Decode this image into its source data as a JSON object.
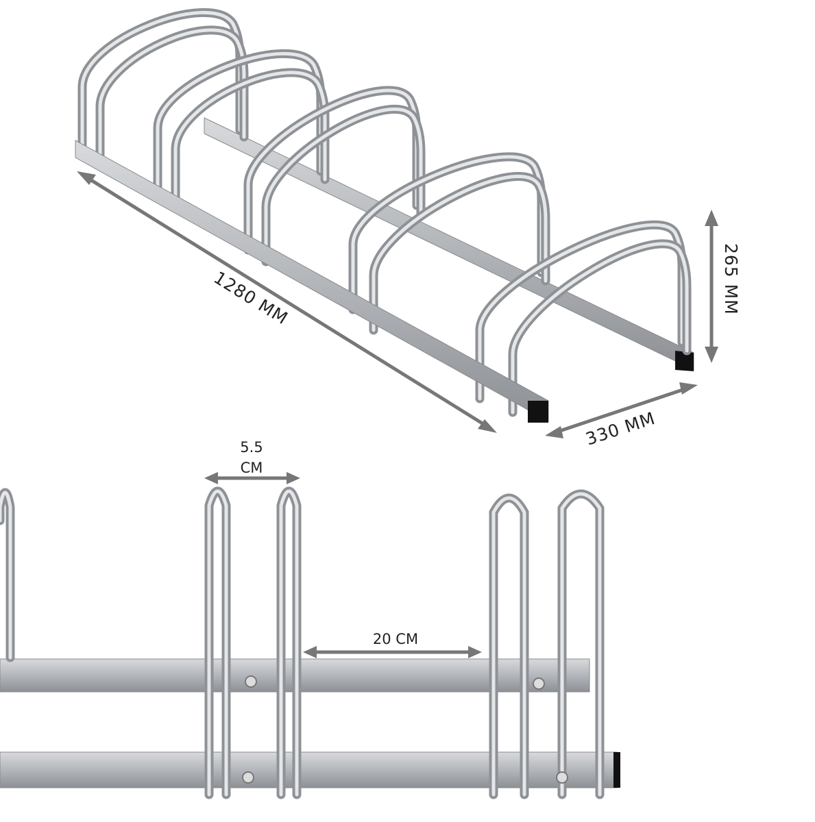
{
  "dimensions": {
    "length": "1280 MM",
    "height": "265 MM",
    "width": "330 MM",
    "hoop_gap_value": "5.5",
    "hoop_gap_unit": "CM",
    "slot_spacing": "20 CM"
  },
  "colors": {
    "metal": "#b9bcc0",
    "arrow": "#777777",
    "text": "#222222"
  }
}
